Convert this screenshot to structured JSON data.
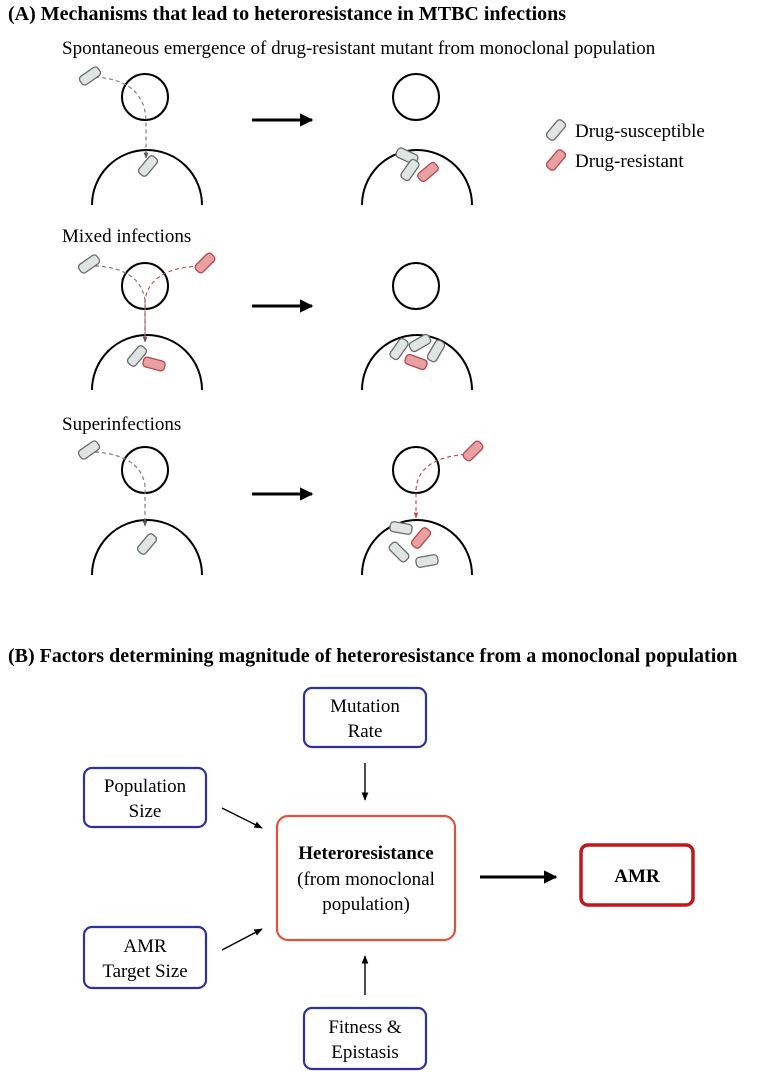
{
  "panel_a": {
    "title": "(A) Mechanisms that lead to heteroresistance in MTBC infections",
    "scenarios": {
      "spontaneous": "Spontaneous emergence of drug-resistant mutant from monoclonal population",
      "mixed": "Mixed infections",
      "superinfections": "Superinfections"
    },
    "legend": {
      "susceptible": "Drug-susceptible",
      "resistant": "Drug-resistant"
    }
  },
  "panel_b": {
    "title": "(B) Factors determining magnitude of heteroresistance from a monoclonal population",
    "mutation_rate": [
      "Mutation",
      "Rate"
    ],
    "population_size": [
      "Population",
      "Size"
    ],
    "amr_target_size": [
      "AMR",
      "Target Size"
    ],
    "fitness_epistasis": [
      "Fitness &",
      "Epistasis"
    ],
    "center": {
      "bold": "Heteroresistance",
      "line2": "(from monoclonal",
      "line3": "population)"
    },
    "outcome": "AMR"
  },
  "colors": {
    "susceptible_fill": "#dfe5e2",
    "susceptible_stroke": "#6b6b6b",
    "resistant_fill": "#e9a0a2",
    "resistant_stroke": "#b5474c",
    "factor_border": "#2f2fa0",
    "center_border": "#e0533a",
    "amr_border": "#c0161c"
  }
}
